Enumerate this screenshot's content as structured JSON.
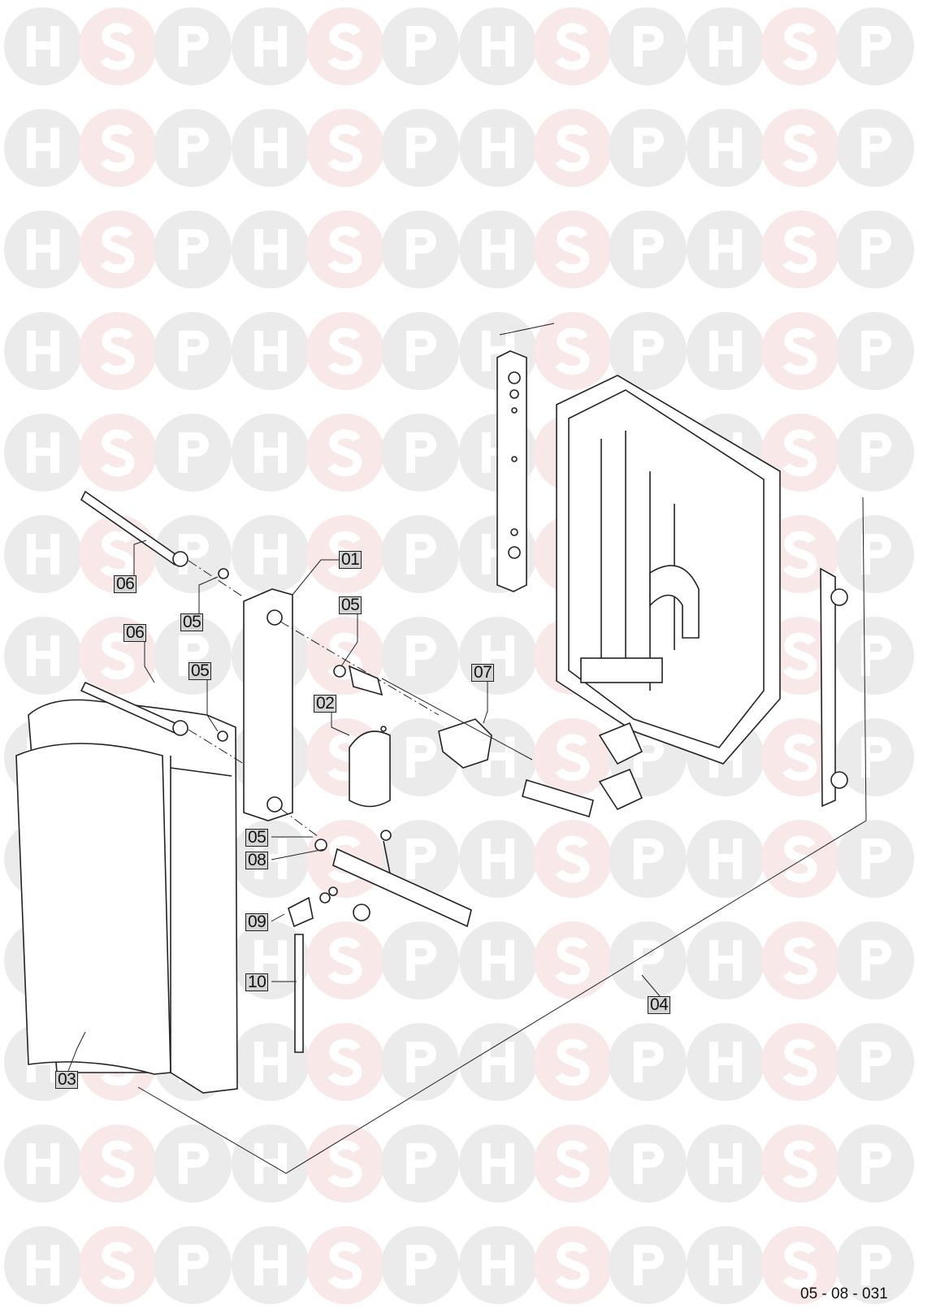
{
  "watermark": {
    "letters": [
      "H",
      "S",
      "P"
    ],
    "gray": "#ebebeb",
    "pink": "#f8e8e8",
    "letter_color": "#ffffff"
  },
  "labels": {
    "l01": "01",
    "l05a": "05",
    "l06a": "06",
    "l05b": "05",
    "l06b": "06",
    "l05c": "05",
    "l07": "07",
    "l02": "02",
    "l05d": "05",
    "l08": "08",
    "l09": "09",
    "l10": "10",
    "l04": "04",
    "l03": "03"
  },
  "footer": {
    "diagram_code": "05 - 08 - 031"
  }
}
